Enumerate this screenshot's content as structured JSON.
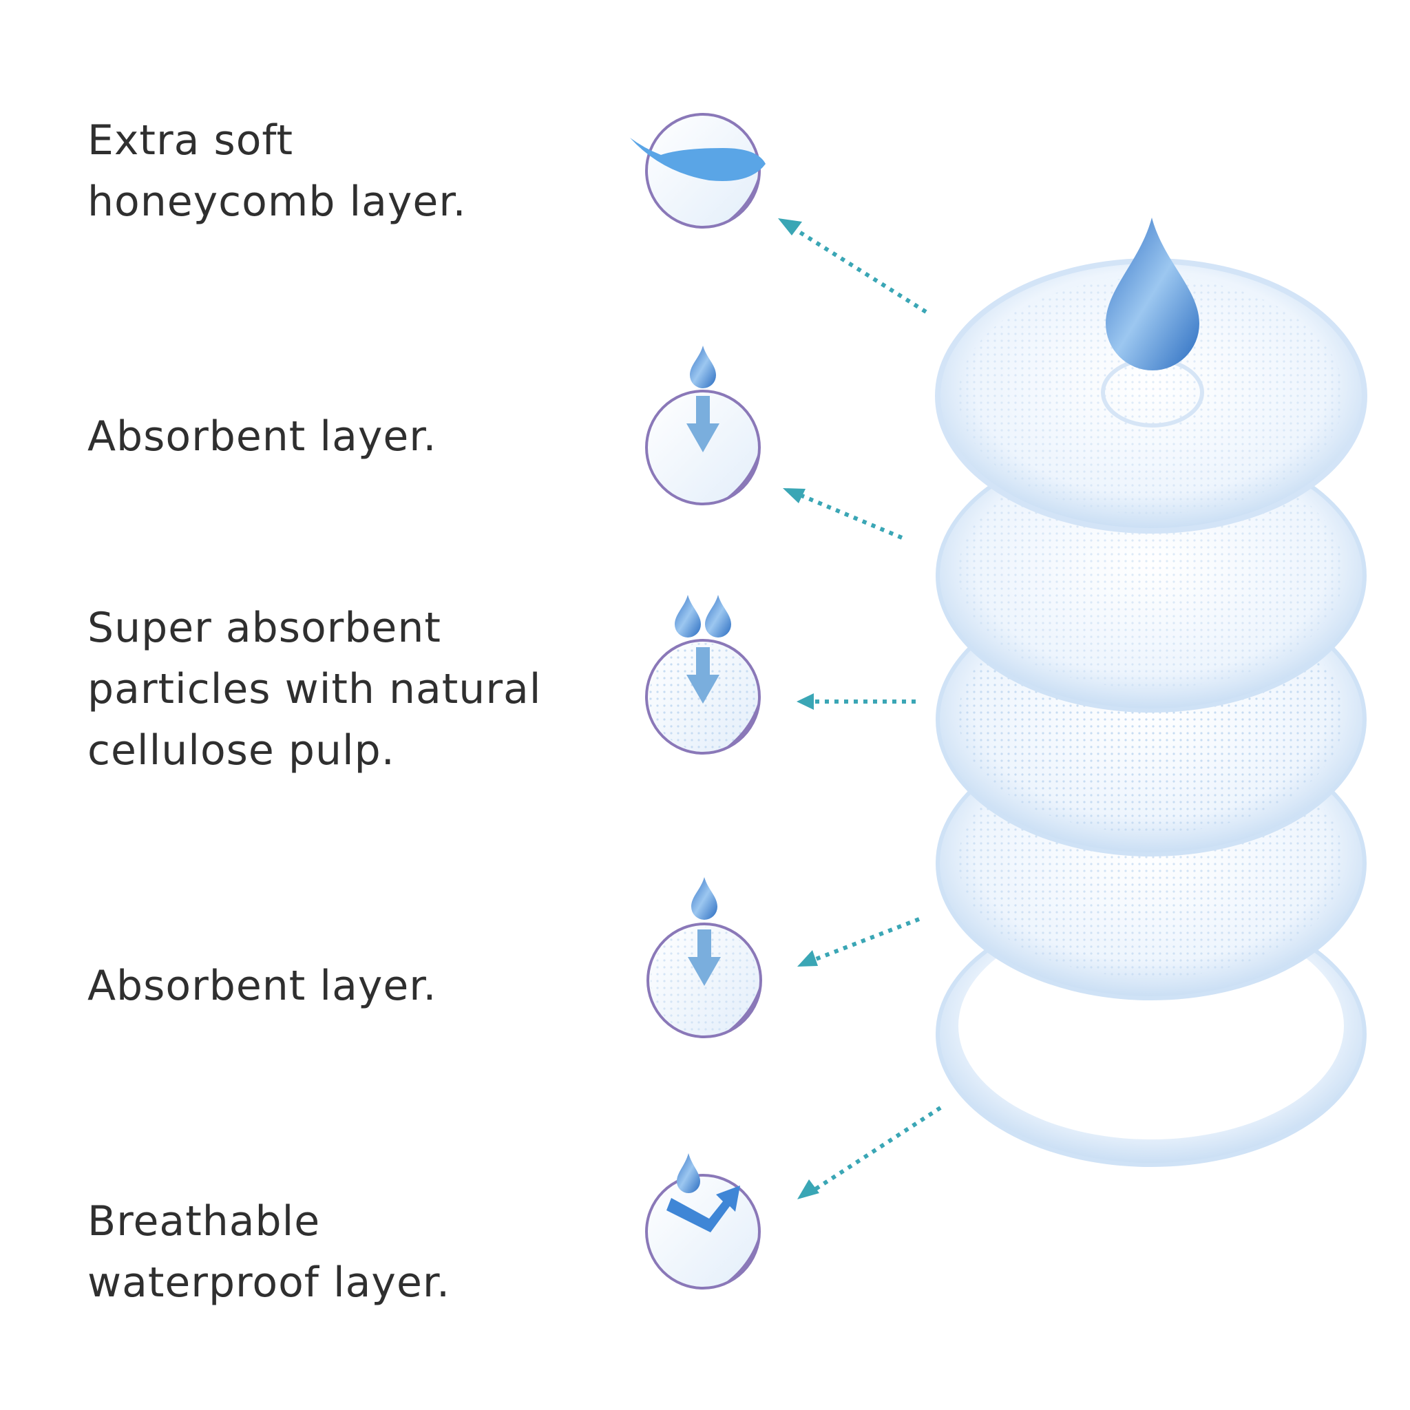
{
  "layers": [
    {
      "label": "Extra soft\nhoneycomb layer.",
      "icon": "feather-icon"
    },
    {
      "label": "Absorbent layer.",
      "icon": "single-drop-arrow-icon"
    },
    {
      "label": "Super absorbent\nparticles with natural\ncellulose pulp.",
      "icon": "double-drop-arrow-icon"
    },
    {
      "label": "Absorbent layer.",
      "icon": "single-drop-arrow-icon"
    },
    {
      "label": "Breathable\nwaterproof layer.",
      "icon": "breathable-arrow-icon"
    }
  ],
  "colors": {
    "text": "#2f2f2f",
    "arrow": "#3aa6b5",
    "ring": "#8a78b8",
    "drop": "#4a8fd6",
    "pad": "#dcebf9"
  }
}
